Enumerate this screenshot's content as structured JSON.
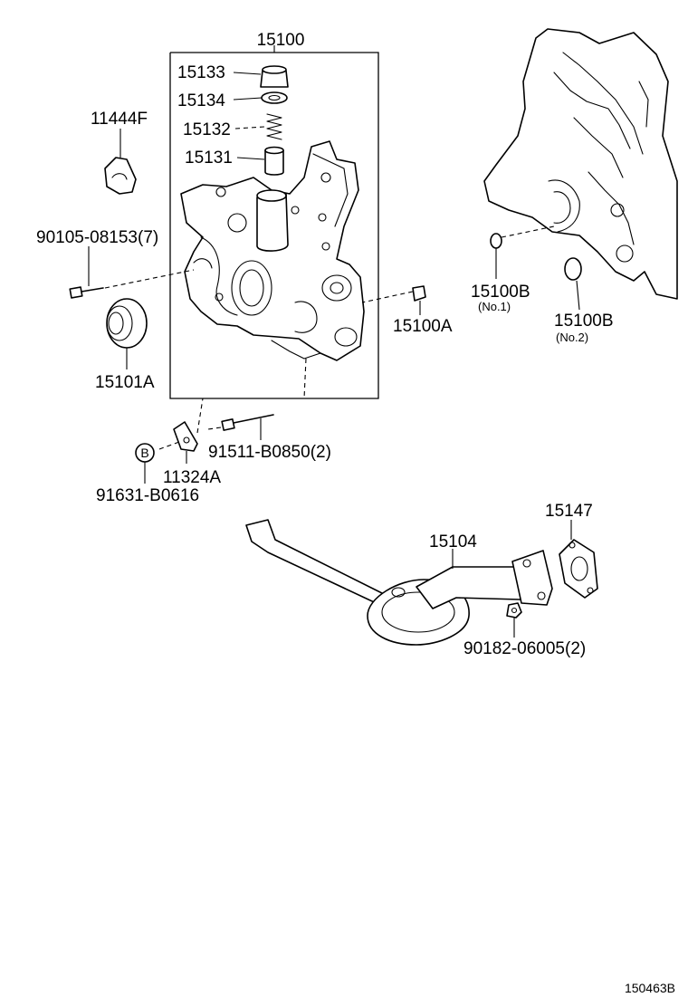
{
  "parts": {
    "assembly": "15100",
    "plug": "15133",
    "gasket": "15134",
    "spring": "15132",
    "valve": "15131",
    "clip": "11444F",
    "bolt_main": "90105-08153(7)",
    "oil_seal": "15101A",
    "dowel": "15100A",
    "oring_1": "15100B",
    "oring_1_note": "(No.1)",
    "oring_2": "15100B",
    "oring_2_note": "(No.2)",
    "bracket": "11324A",
    "bolt_b": "91511-B0850(2)",
    "ref_b_code": "91631-B0616",
    "strainer": "15104",
    "strainer_gasket": "15147",
    "nut": "90182-06005(2)"
  },
  "ref_marker": "B",
  "illustration_code": "150463B"
}
